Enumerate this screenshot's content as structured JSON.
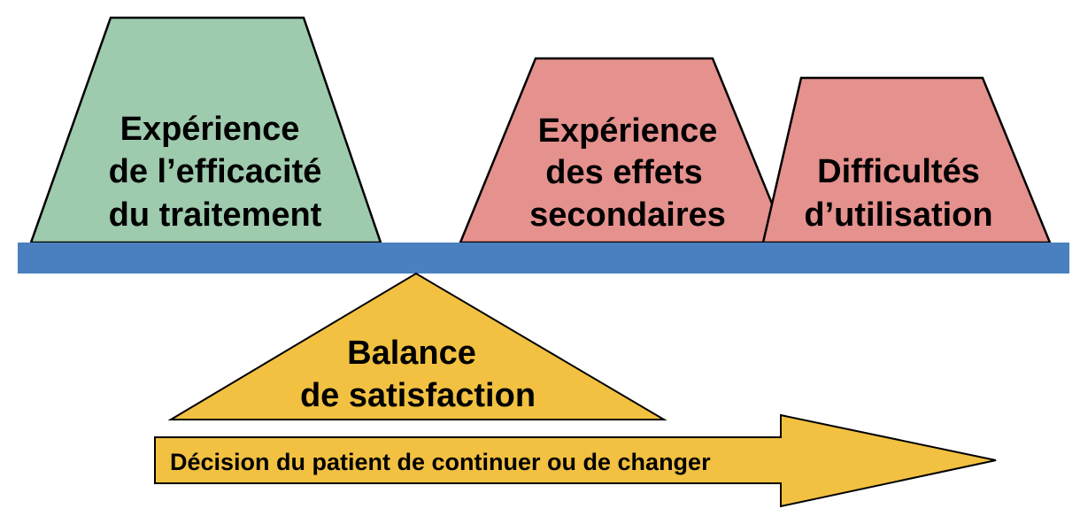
{
  "blocks": [
    {
      "id": "efficacy",
      "lines": [
        "Expérience",
        "de l’efficacité",
        "du traitement"
      ],
      "color": "#9ecaae"
    },
    {
      "id": "side-effects",
      "lines": [
        "Expérience",
        "des effets",
        "secondaires"
      ],
      "color": "#e5918e"
    },
    {
      "id": "usage-difficulties",
      "lines": [
        "Difficultés",
        "d’utilisation"
      ],
      "color": "#e5918e"
    }
  ],
  "beam": {
    "color": "#4a80bf"
  },
  "fulcrum": {
    "lines": [
      "Balance",
      "de satisfaction"
    ],
    "color": "#f2c142"
  },
  "arrow": {
    "label": "Décision du patient de continuer ou de changer",
    "color": "#f2c142"
  },
  "outline_color": "#000000"
}
